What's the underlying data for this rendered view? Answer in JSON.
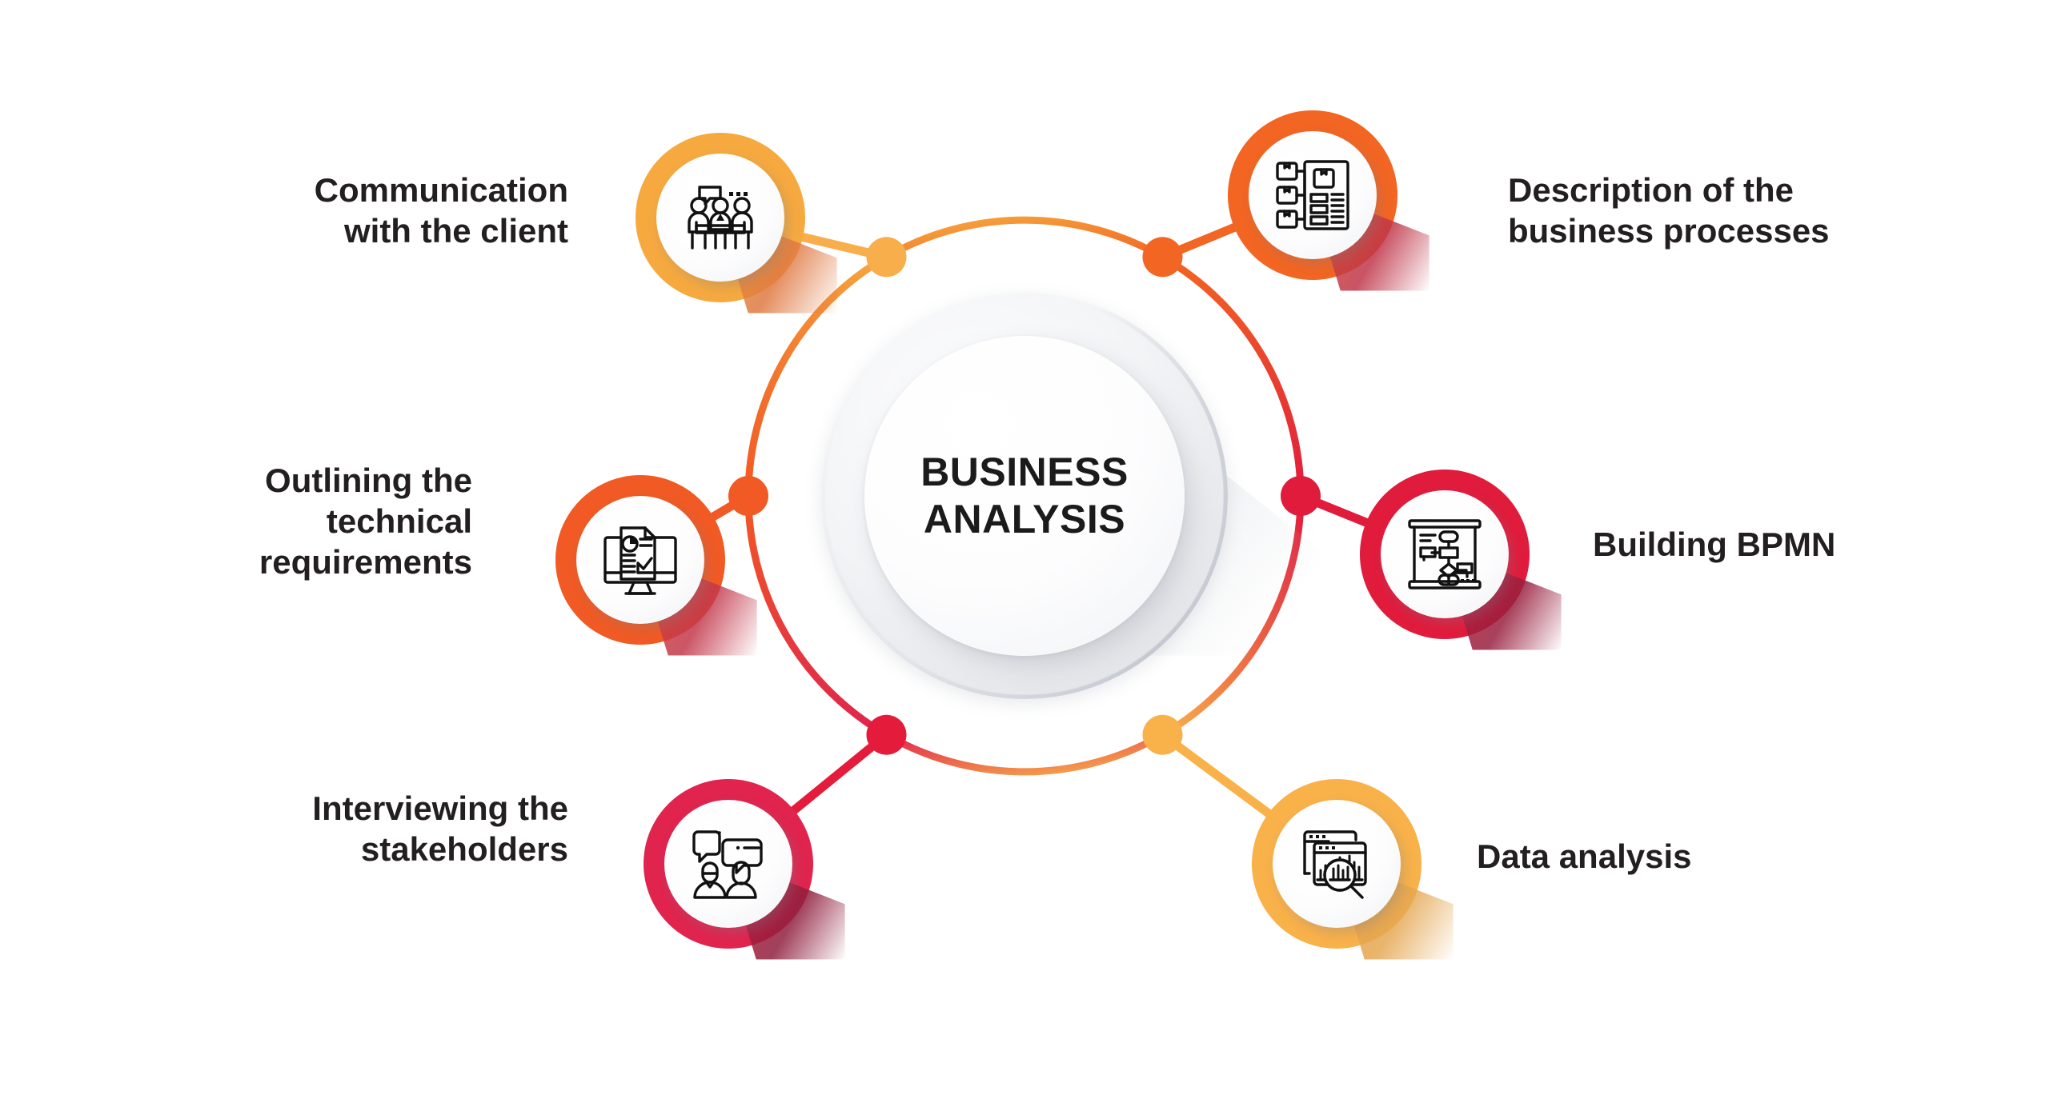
{
  "center": {
    "title_line1": "BUSINESS",
    "title_line2": "ANALYSIS",
    "title_full": "BUSINESS ANALYSIS"
  },
  "colors": {
    "background": "#ffffff",
    "text": "#231f20",
    "hub_gray": "#e3e5e9",
    "hub_white": "#ffffff",
    "amber": "#f6a93f",
    "orange": "#f26522",
    "orange_deep": "#f15a24",
    "crimson": "#e11b3c",
    "pink_red": "#e0244e",
    "gold": "#f9b14a"
  },
  "nodes": [
    {
      "id": "communication-with-the-client",
      "label_lines": [
        "Communication",
        "with the client"
      ],
      "label": "Communication with the client",
      "icon": "meeting-people-icon",
      "ring_color": "#f6a93f",
      "dot_color": "#f7ae4b",
      "position": "top-left"
    },
    {
      "id": "description-of-the-business-processes",
      "label_lines": [
        "Description of the",
        "business processes"
      ],
      "label": "Description of the business processes",
      "icon": "boxes-document-icon",
      "ring_color": "#f26522",
      "dot_color": "#f26522",
      "position": "top-right"
    },
    {
      "id": "outlining-the-technical-requirements",
      "label_lines": [
        "Outlining the",
        "technical",
        "requirements"
      ],
      "label": "Outlining the technical requirements",
      "icon": "monitor-report-icon",
      "ring_color": "#f15a24",
      "dot_color": "#f15a24",
      "position": "middle-left"
    },
    {
      "id": "building-bpmn",
      "label_lines": [
        "Building BPMN"
      ],
      "label": "Building BPMN",
      "icon": "flowchart-board-icon",
      "ring_color": "#e11b3c",
      "dot_color": "#e11b3c",
      "position": "middle-right"
    },
    {
      "id": "interviewing-the-stakeholders",
      "label_lines": [
        "Interviewing the",
        "stakeholders"
      ],
      "label": "Interviewing the stakeholders",
      "icon": "two-people-chat-icon",
      "ring_color": "#e0244e",
      "dot_color": "#e51b3c",
      "position": "bottom-left"
    },
    {
      "id": "data-analysis",
      "label_lines": [
        "Data analysis"
      ],
      "label": "Data analysis",
      "icon": "chart-magnifier-icon",
      "ring_color": "#f9b14a",
      "dot_color": "#f9b14a",
      "position": "bottom-right"
    }
  ]
}
